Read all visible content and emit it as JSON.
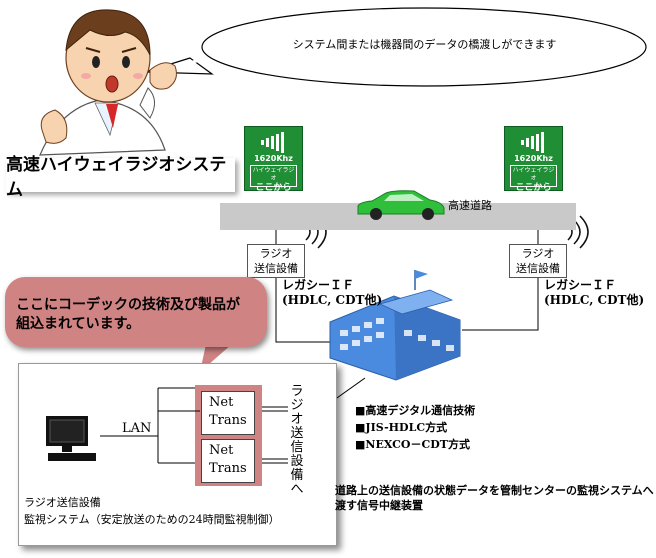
{
  "bubble": {
    "text": "システム間または機器間のデータの橋渡しができます"
  },
  "system_title": "高速ハイウェイラジオシステム",
  "signs": [
    {
      "freq": "1620Khz",
      "sub": "ハイウェイラジオ",
      "main": "ここから"
    },
    {
      "freq": "1620Khz",
      "sub": "ハイウェイラジオ",
      "main": "ここから"
    }
  ],
  "road_label": "高速道路",
  "transmitters": [
    {
      "line1": "ラジオ",
      "line2": "送信設備"
    },
    {
      "line1": "ラジオ",
      "line2": "送信設備"
    }
  ],
  "interfaces": [
    {
      "line1": "レガシーＩＦ",
      "line2": "(HDLC, CDT他)"
    },
    {
      "line1": "レガシーＩＦ",
      "line2": "(HDLC, CDT他)"
    }
  ],
  "callout": {
    "line1": "ここにコーデックの技術及び製品が",
    "line2": "組込まれています。"
  },
  "panel": {
    "lan_label": "LAN",
    "net_trans": [
      {
        "line1": "Net",
        "line2": "Trans"
      },
      {
        "line1": "Net",
        "line2": "Trans"
      }
    ],
    "vertical_label": "ラジオ送信設備へ",
    "caption_line1": "ラジオ送信設備",
    "caption_line2": "監視システム（安定放送のための24時間監視制御）"
  },
  "features": [
    "■高速デジタル通信技術",
    "■JIS-HDLC方式",
    "■NEXCO－CDT方式"
  ],
  "relay_description": "道路上の送信設備の状態データを管制センターの監視システムへ渡す信号中継装置",
  "colors": {
    "sign_green": "#1f8e35",
    "car_green": "#2fbf3a",
    "callout_red": "#d08383",
    "nettrans_frame": "#d08383",
    "building_blue": "#4a8be0",
    "road_gray": "#c9c9c9"
  }
}
